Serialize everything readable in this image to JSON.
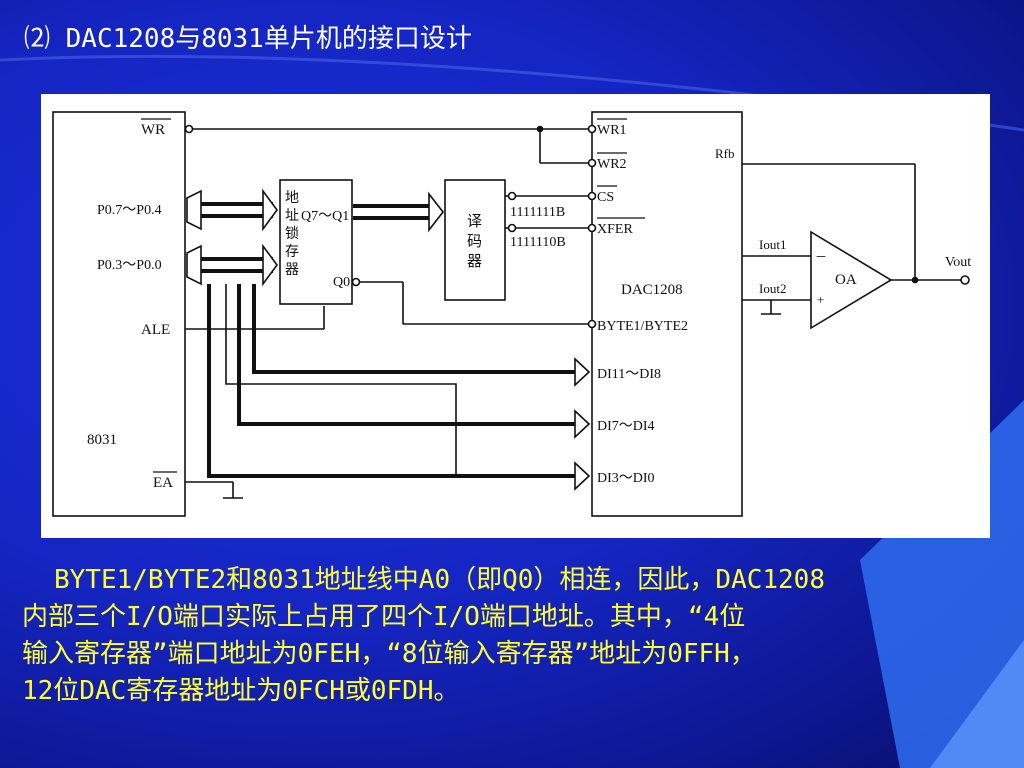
{
  "title": "⑵ DAC1208与8031单片机的接口设计",
  "diagram": {
    "mcu": {
      "name": "8031",
      "wr": "WR",
      "p_high": "P0.7～P0.4",
      "p_low": "P0.3～P0.0",
      "ale": "ALE",
      "ea": "EA"
    },
    "latch": {
      "chars": [
        "地",
        "址",
        "锁",
        "存",
        "器"
      ],
      "q_range": "Q7～Q1",
      "q0": "Q0"
    },
    "decoder": {
      "chars": [
        "译",
        "码",
        "器"
      ],
      "out1": "1111111B",
      "out2": "1111110B"
    },
    "dac": {
      "name": "DAC1208",
      "wr1": "WR1",
      "wr2": "WR2",
      "cs": "CS",
      "xfer": "XFER",
      "byte": "BYTE1/BYTE2",
      "di_high": "DI11～DI8",
      "di_mid": "DI7～DI4",
      "di_low": "DI3～DI0",
      "rfb": "Rfb",
      "iout1": "Iout1",
      "iout2": "Iout2"
    },
    "opamp": {
      "name": "OA",
      "minus": "－",
      "plus": "+",
      "vout": "Vout"
    }
  },
  "paragraph": {
    "lines": [
      "BYTE1/BYTE2和8031地址线中A0（即Q0）相连，因此，DAC1208",
      "内部三个I/O端口实际上占用了四个I/O端口地址。其中，“4位",
      "输入寄存器”端口地址为0FEH，“8位输入寄存器”地址为0FFH，",
      "12位DAC寄存器地址为0FCH或0FDH。"
    ]
  }
}
